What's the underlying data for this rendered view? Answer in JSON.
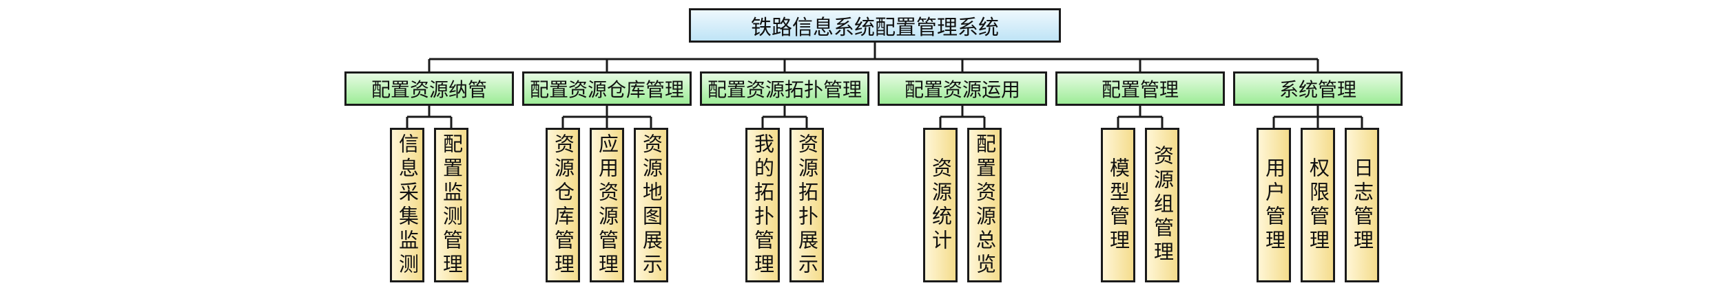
{
  "root": {
    "label": "铁路信息系统配置管理系统"
  },
  "categories": [
    {
      "label": "配置资源纳管",
      "children": [
        "信息采集监测",
        "配置监测管理"
      ]
    },
    {
      "label": "配置资源仓库管理",
      "children": [
        "资源仓库管理",
        "应用资源管理",
        "资源地图展示"
      ]
    },
    {
      "label": "配置资源拓扑管理",
      "children": [
        "我的拓扑管理",
        "资源拓扑展示"
      ]
    },
    {
      "label": "配置资源运用",
      "children": [
        "资源统计",
        "配置资源总览"
      ]
    },
    {
      "label": "配置管理",
      "children": [
        "模型管理",
        "资源组管理"
      ]
    },
    {
      "label": "系统管理",
      "children": [
        "用户管理",
        "权限管理",
        "日志管理"
      ]
    }
  ]
}
